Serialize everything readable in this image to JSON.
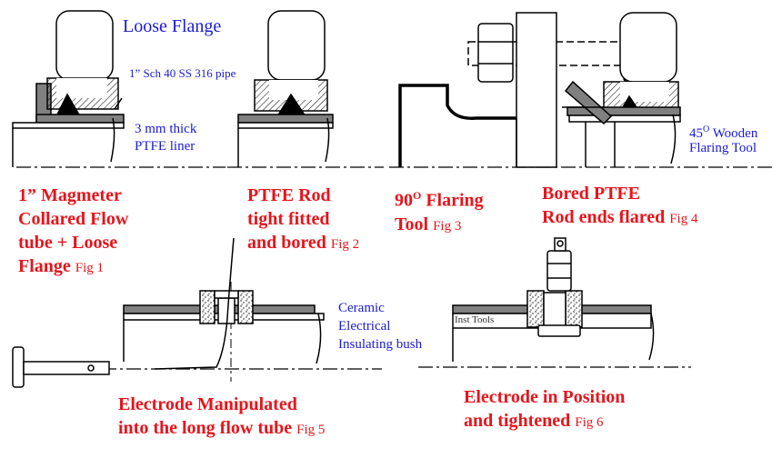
{
  "colors": {
    "caption": "#e8141b",
    "note": "#1a1ad6",
    "pipe": "#808080",
    "hatch": "#000000",
    "line": "#000000"
  },
  "labels": {
    "loose_flange": "Loose Flange",
    "pipe_spec": "1” Sch 40 SS 316 pipe",
    "liner_line1": "3 mm thick",
    "liner_line2": "PTFE liner",
    "wooden_line1_pre": "45",
    "wooden_line1_sup": "O",
    "wooden_line1_post": " Wooden",
    "wooden_line2": "Flaring Tool",
    "bush_line1": "Ceramic",
    "bush_line2": "Electrical",
    "bush_line3": "Insulating bush",
    "watermark": "Inst Tools"
  },
  "figures": [
    {
      "id": "fig1",
      "lines": [
        "1” Magmeter",
        "Collared Flow",
        "tube + Loose"
      ],
      "last_line": "Flange",
      "fig": "Fig 1"
    },
    {
      "id": "fig2",
      "lines": [
        "PTFE Rod",
        "tight fitted"
      ],
      "last_line": "and bored",
      "fig": "Fig 2"
    },
    {
      "id": "fig3",
      "first_line_pre": "90",
      "first_line_sup": "O",
      "first_line_post": " Flaring",
      "last_line": "Tool",
      "fig": "Fig 3"
    },
    {
      "id": "fig4",
      "lines": [
        "Bored PTFE"
      ],
      "last_line": "Rod ends flared",
      "fig": "Fig 4"
    },
    {
      "id": "fig5",
      "lines": [
        "Electrode Manipulated"
      ],
      "last_line": "into the long flow tube",
      "fig": "Fig 5"
    },
    {
      "id": "fig6",
      "lines": [
        "Electrode in Position"
      ],
      "last_line": "and tightened",
      "fig": "Fig 6"
    }
  ]
}
